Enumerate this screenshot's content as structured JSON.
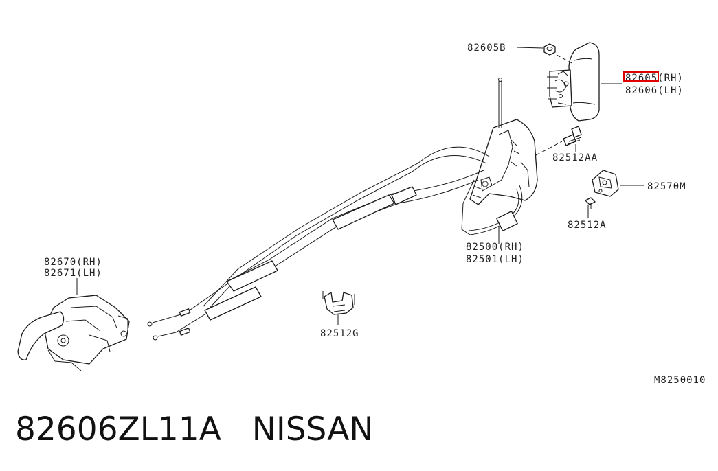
{
  "labels": {
    "p82605B": "82605B",
    "p82605": "82605(RH)",
    "p82606": "82606(LH)",
    "p82512AA": "82512AA",
    "p82570M": "82570M",
    "p82512A": "82512A",
    "p82500": "82500(RH)",
    "p82501": "82501(LH)",
    "p82670": "82670(RH)",
    "p82671": "82671(LH)",
    "p82512G": "82512G",
    "code": "M8250010"
  },
  "footer": {
    "part_number": "82606ZL11A",
    "brand": "NISSAN"
  },
  "highlight_color": "#e00000"
}
